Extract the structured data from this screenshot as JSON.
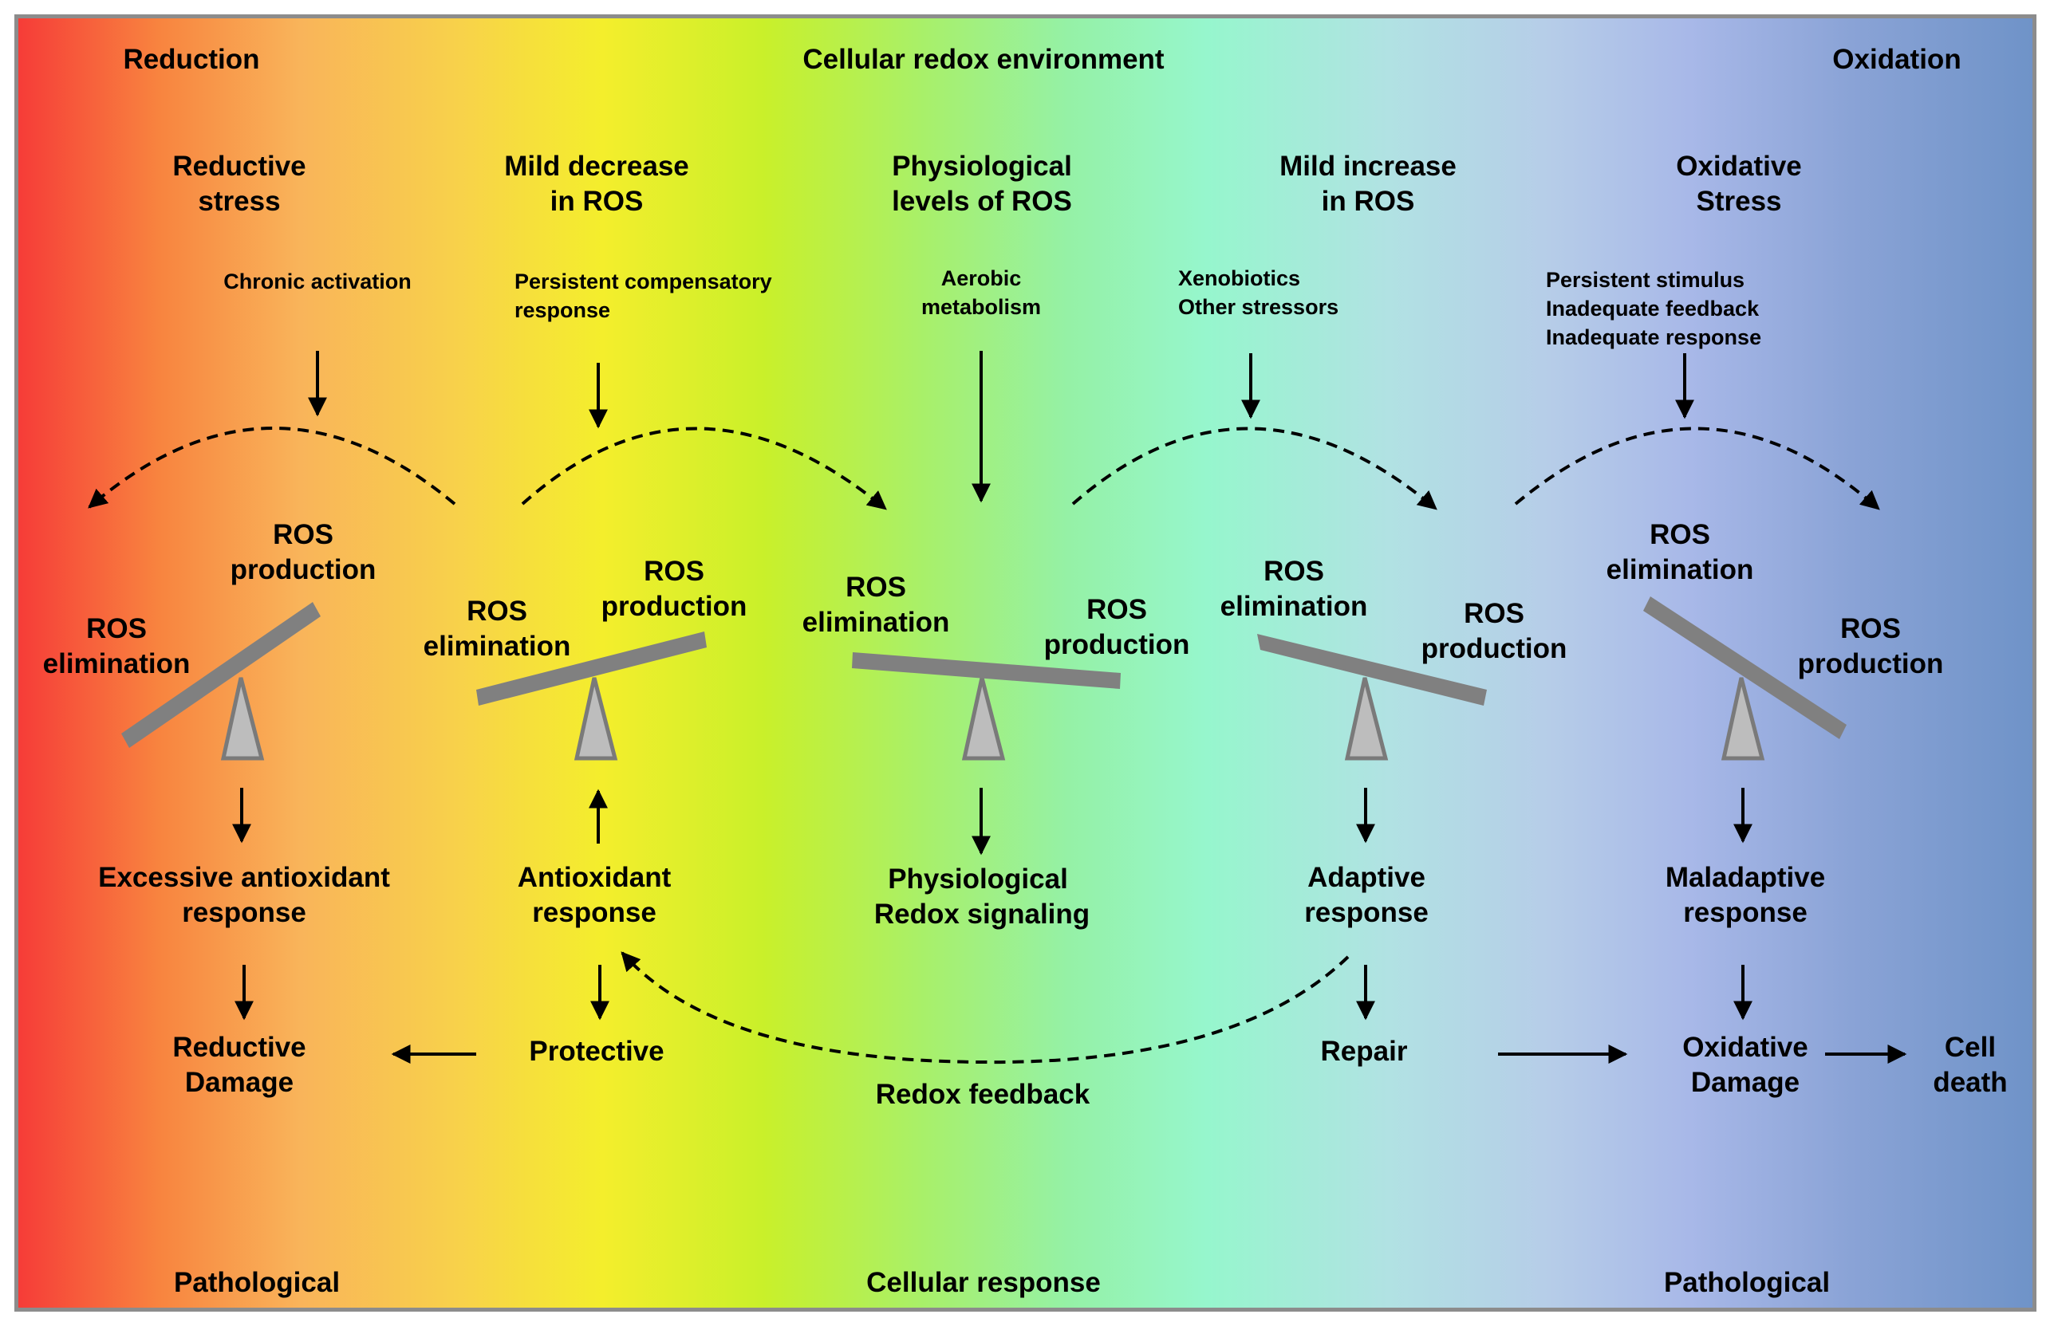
{
  "header": {
    "left": "Reduction",
    "center": "Cellular redox environment",
    "right": "Oxidation"
  },
  "footer": {
    "left": "Pathological",
    "center": "Cellular response",
    "right": "Pathological"
  },
  "columns": [
    {
      "state": [
        "Reductive",
        "stress"
      ],
      "trigger": [
        "Chronic activation"
      ],
      "left_label": [
        "ROS",
        "elimination"
      ],
      "right_label": [
        "ROS",
        "production"
      ],
      "response": [
        "Excessive antioxidant",
        "response"
      ],
      "outcome": [
        "Reductive",
        "Damage"
      ]
    },
    {
      "state": [
        "Mild decrease",
        "in ROS"
      ],
      "trigger": [
        "Persistent compensatory",
        "response"
      ],
      "left_label": [
        "ROS",
        "elimination"
      ],
      "right_label": [
        "ROS",
        "production"
      ],
      "response": [
        "Antioxidant",
        "response"
      ],
      "outcome": [
        "Protective"
      ]
    },
    {
      "state": [
        "Physiological",
        "levels of ROS"
      ],
      "trigger": [
        "Aerobic",
        "metabolism"
      ],
      "left_label": [
        "ROS",
        "elimination"
      ],
      "right_label": [
        "ROS",
        "production"
      ],
      "response": [
        "Physiological",
        "Redox signaling"
      ]
    },
    {
      "state": [
        "Mild increase",
        "in ROS"
      ],
      "trigger": [
        "Xenobiotics",
        "Other stressors"
      ],
      "left_label": [
        "ROS",
        "elimination"
      ],
      "right_label": [
        "ROS",
        "production"
      ],
      "response": [
        "Adaptive",
        "response"
      ],
      "outcome": [
        "Repair"
      ]
    },
    {
      "state": [
        "Oxidative",
        "Stress"
      ],
      "trigger": [
        "Persistent stimulus",
        "Inadequate feedback",
        "Inadequate response"
      ],
      "left_label": [
        "ROS",
        "elimination"
      ],
      "right_label": [
        "ROS",
        "production"
      ],
      "response": [
        "Maladaptive",
        "response"
      ],
      "outcome": [
        "Oxidative",
        "Damage"
      ]
    }
  ],
  "feedback_label": "Redox feedback",
  "final_outcome": [
    "Cell",
    "death"
  ],
  "colors": {
    "gradient_stops": [
      "#f63c38",
      "#f8843f",
      "#f9b45a",
      "#f8d24a",
      "#f4ee2c",
      "#c9f02a",
      "#a8f06a",
      "#95f1a5",
      "#96f6cd",
      "#b1e2e3",
      "#b6cde8",
      "#a8b8e8",
      "#8aa3d6",
      "#6f93c8"
    ],
    "lever": "#808080",
    "fulcrum": "#bdbdbd",
    "border": "#8c8c8c"
  }
}
